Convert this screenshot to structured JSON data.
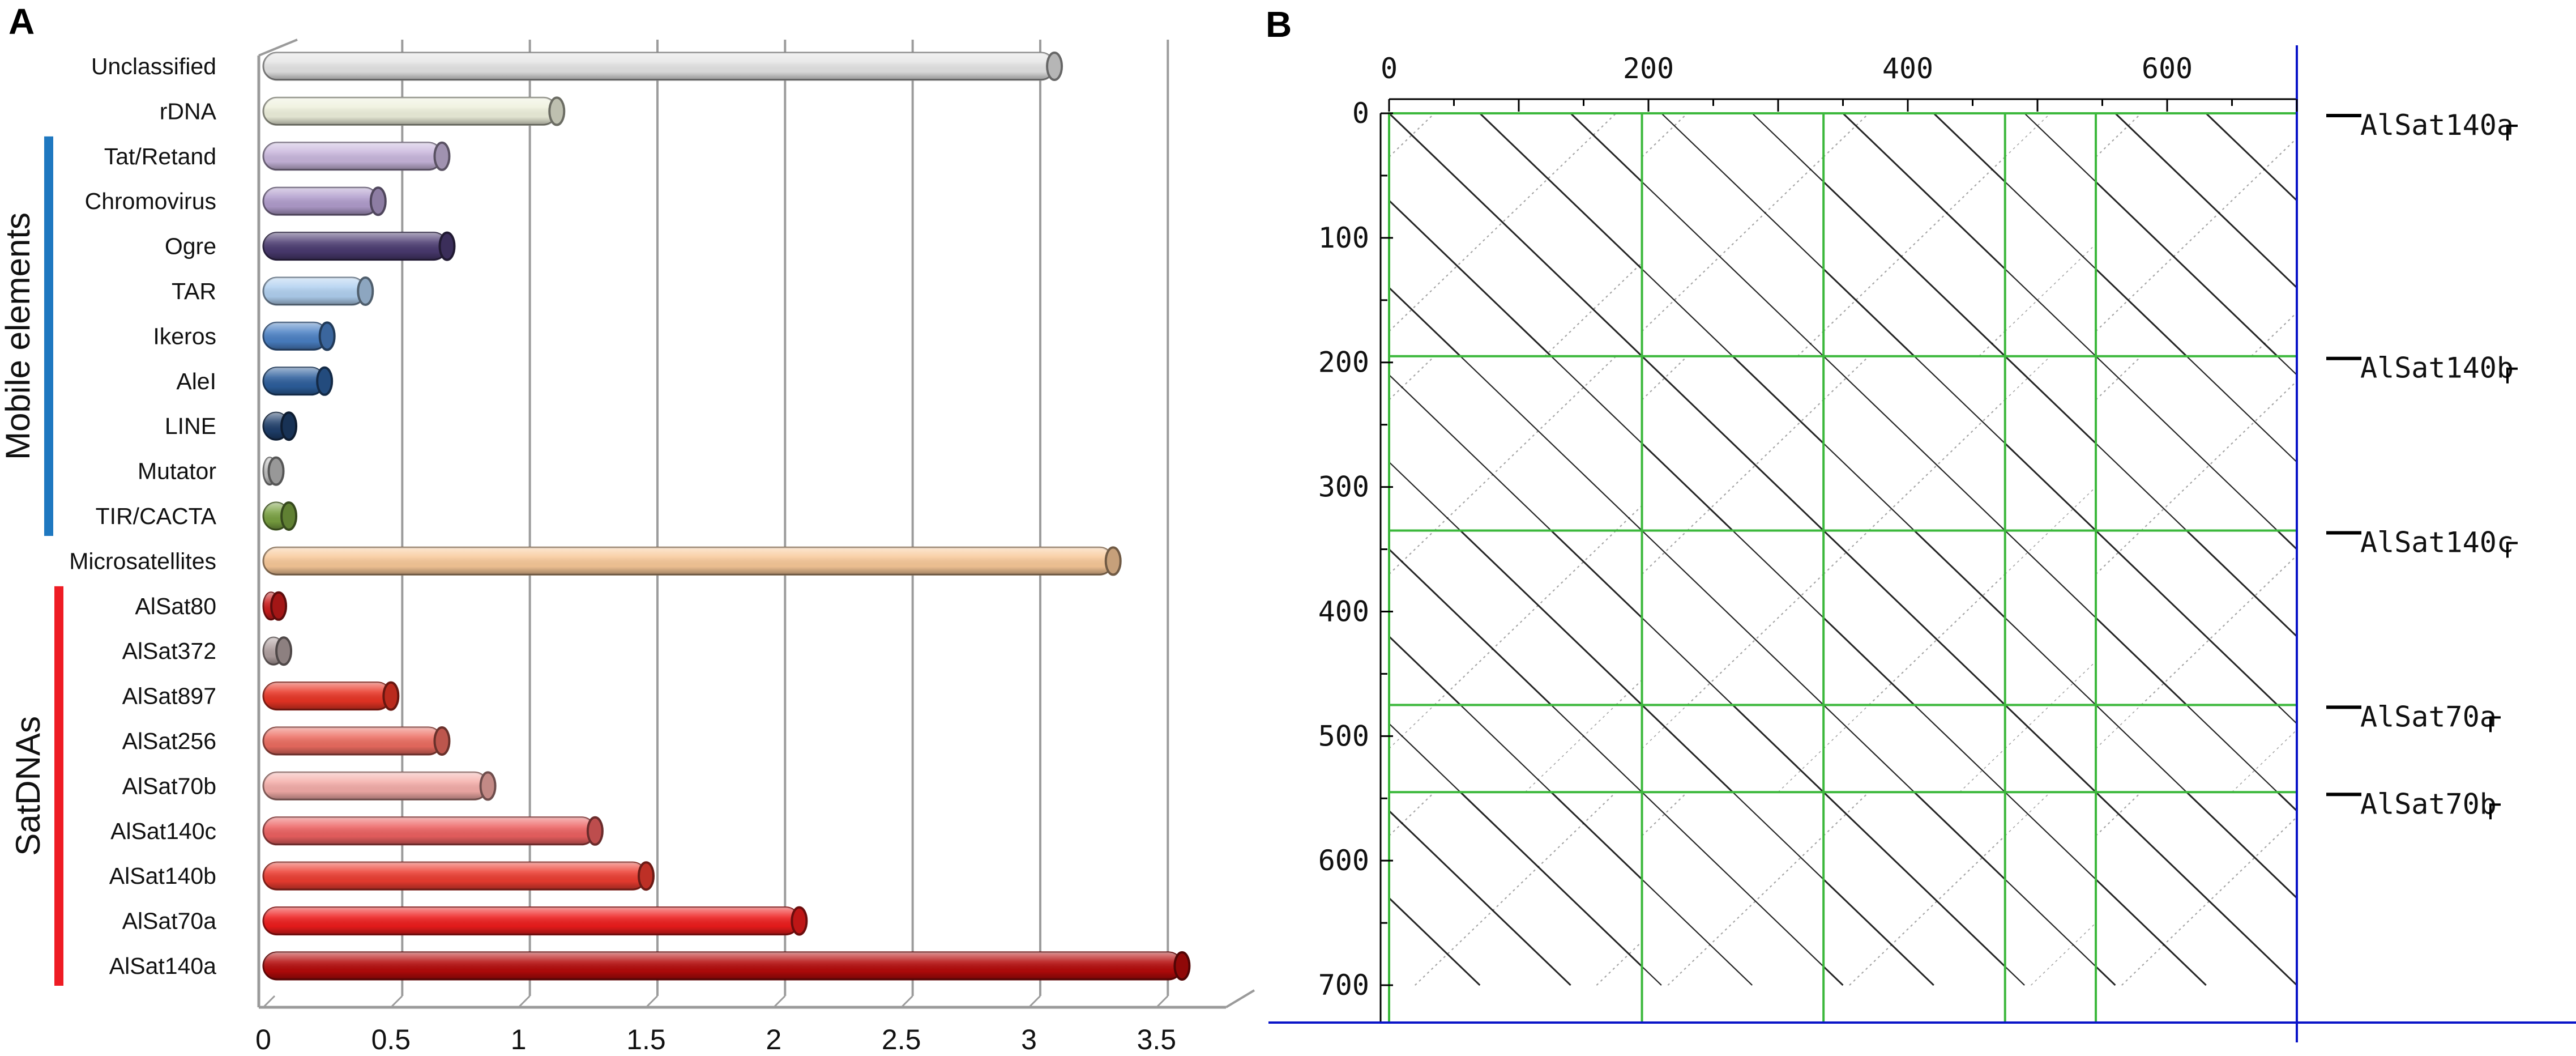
{
  "panel_a": {
    "letter": "A"
  },
  "panel_b": {
    "letter": "B"
  },
  "chart_data": [
    {
      "type": "bar",
      "orientation": "horizontal",
      "categories": [
        "Unclassified",
        "rDNA",
        "Tat/Retand",
        "Chromovirus",
        "Ogre",
        "TAR",
        "Ikeros",
        "AleI",
        "LINE",
        "Mutator",
        "TIR/CACTA",
        "Microsatellites",
        "AlSat80",
        "AlSat372",
        "AlSat897",
        "AlSat256",
        "AlSat70b",
        "AlSat140c",
        "AlSat140b",
        "AlSat70a",
        "AlSat140a"
      ],
      "values": [
        3.1,
        1.15,
        0.7,
        0.45,
        0.72,
        0.4,
        0.25,
        0.24,
        0.1,
        0.05,
        0.1,
        3.33,
        0.06,
        0.08,
        0.5,
        0.7,
        0.88,
        1.3,
        1.5,
        2.1,
        3.6
      ],
      "colors": [
        "#e4e4e4",
        "#eef0dc",
        "#c8b6dc",
        "#b09ccc",
        "#4a3a70",
        "#b0d0f0",
        "#4a80c4",
        "#2c5e9c",
        "#1e3e6a",
        "#bebebe",
        "#78a040",
        "#f8c898",
        "#cc1c1c",
        "#b0a0a0",
        "#e83424",
        "#ec6c60",
        "#f4aca8",
        "#ec6060",
        "#ec3c30",
        "#ee1c1c",
        "#b40a0a"
      ],
      "groups": [
        {
          "name": "Mobile elements",
          "from": 2,
          "to": 10,
          "color": "#1f78c0"
        },
        {
          "name": "SatDNAs",
          "from": 12,
          "to": 20,
          "color": "#ee1c24"
        }
      ],
      "xticks": [
        "0",
        "0.5",
        "1",
        "1.5",
        "2",
        "2.5",
        "3",
        "3.5"
      ],
      "xlim": [
        0,
        3.75
      ],
      "grid": "vertical"
    },
    {
      "type": "dotplot",
      "xticks": [
        "0",
        "200",
        "400",
        "600"
      ],
      "yticks": [
        "0",
        "100",
        "200",
        "300",
        "400",
        "500",
        "600",
        "700"
      ],
      "xlim": [
        0,
        700
      ],
      "ylim": [
        0,
        730
      ],
      "boundaries": [
        195,
        335,
        475,
        545
      ],
      "segments": [
        {
          "label": "AlSat140a",
          "start": 0,
          "end": 195
        },
        {
          "label": "AlSat140b",
          "start": 195,
          "end": 335
        },
        {
          "label": "AlSat140c",
          "start": 335,
          "end": 475
        },
        {
          "label": "AlSat70a",
          "start": 475,
          "end": 545
        },
        {
          "label": "AlSat70b",
          "start": 545,
          "end": 700
        }
      ],
      "diagonal_period": 70,
      "colors": {
        "grid": "#3cb83c",
        "axis": "#0a14c8",
        "dots": "#000000"
      }
    }
  ]
}
